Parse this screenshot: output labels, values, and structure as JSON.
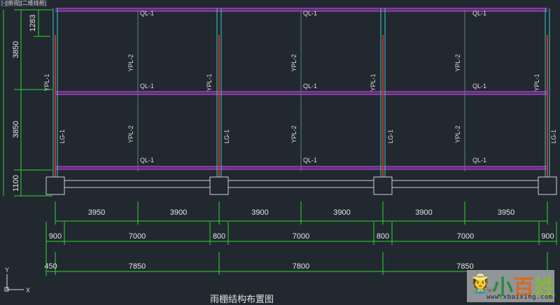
{
  "viewport_label": "[-][俯视][二维线框]",
  "drawing_title": "雨棚结构布置图",
  "ucs": {
    "x": "X",
    "y": "Y"
  },
  "watermark": {
    "brand_chars": [
      "小",
      "百",
      "姓"
    ],
    "url": "www.xbaixing.com"
  },
  "left_dims": [
    "1283",
    "3850",
    "3850",
    "1100"
  ],
  "dim_row1": [
    "3950",
    "3900",
    "3900",
    "3900",
    "3900",
    "3950"
  ],
  "dim_row2": [
    "900",
    "7000",
    "800",
    "7000",
    "800",
    "7000",
    "900"
  ],
  "dim_row3": [
    "450",
    "7850",
    "7800",
    "7850"
  ],
  "beam_labels": {
    "ql": "QL-1",
    "ypl1": "YPL-1",
    "ypl2": "YPL-2",
    "lg": "LG-1"
  },
  "colors": {
    "background": "#212830",
    "dimension": "#2ed62e",
    "beam": "#b03cc8",
    "column": "#c0392b",
    "outline": "#40c8c8"
  }
}
